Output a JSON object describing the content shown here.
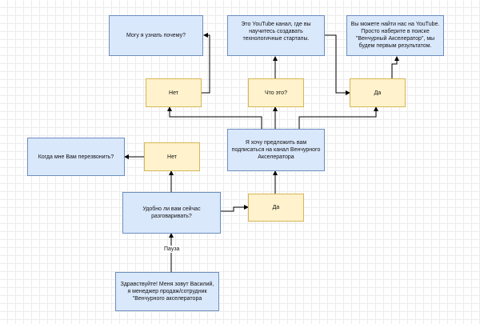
{
  "diagram": {
    "nodes": {
      "q_why": "Могу я узнать почему?",
      "q_youtube": "Это YouTube канал, где вы научитесь создавать технологичные стартапы.",
      "q_find": "Вы можете найти нас на YouTube. Просто наберите в поиске \"Венчурный Акселератор\", мы будем первым результатом.",
      "a_no_top": "Нет",
      "a_what": "Что это?",
      "a_yes_top": "Да",
      "q_subscribe": "Я хочу предложить вам подписаться на канал Венчурного Акселератора",
      "q_callback": "Когда мне Вам перезвонить?",
      "a_no_mid": "Нет",
      "q_convenient": "Удобно ли вам сейчас разговаривать?",
      "a_yes_mid": "Да",
      "intro": "Здравствуйте! Меня зовут Василий, я менеджер продаж/сотрудник \"Венчурного акселератора"
    },
    "edge_labels": {
      "pause": "Пауза"
    },
    "colors": {
      "question_fill": "#dae8fc",
      "question_stroke": "#6c8ebf",
      "answer_fill": "#fff2cc",
      "answer_stroke": "#d6b656",
      "edge": "#000000"
    }
  }
}
